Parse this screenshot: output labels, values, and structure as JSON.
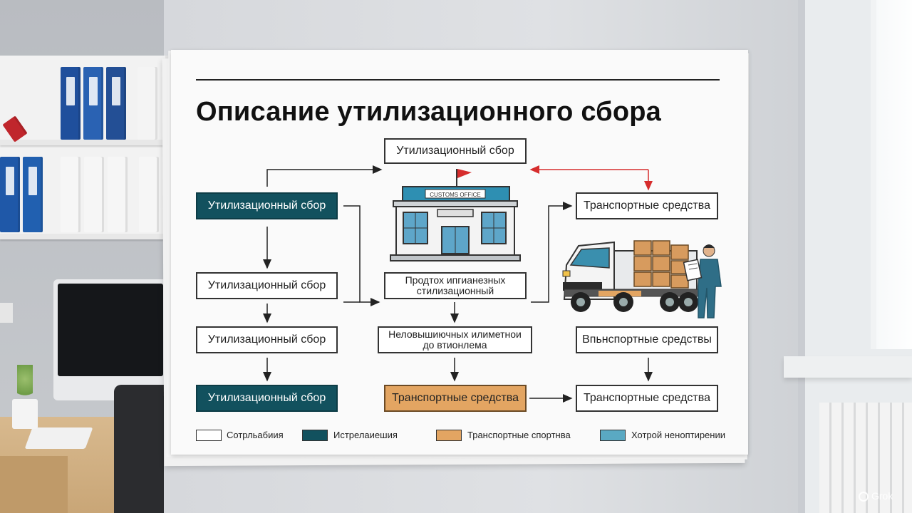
{
  "poster": {
    "title": "Описание утилизационного сбора",
    "building_sign": "CUSTOMS OFFICE",
    "boxes": {
      "top_center": "Утилизационный сбор",
      "left_1": "Утилизационный сбор",
      "left_2": "Утилизационный сбор",
      "left_3": "Утилизационный сбор",
      "left_4": "Утилизационный сбор",
      "center_mid": "Продтох ипгианезных\nстилизационный",
      "center_low": "Неловышиючных илиметнои\nдо втионлема",
      "center_bottom": "Транспортные средства",
      "right_top": "Транспортные средства",
      "right_mid": "Впьнспортные средствы",
      "right_bottom": "Транспортные средства"
    },
    "legend": [
      {
        "label": "Сотрльабиия",
        "color": "#ffffff"
      },
      {
        "label": "Истрелаиешия",
        "color": "#12515e"
      },
      {
        "label": "Транспортные спортнва",
        "color": "#e3a562"
      },
      {
        "label": "Хотрой неноптирении",
        "color": "#5aa9c3"
      }
    ],
    "colors": {
      "arrow": "#222222",
      "accent_arrow": "#d62d2d"
    }
  },
  "watermark": "Grok"
}
